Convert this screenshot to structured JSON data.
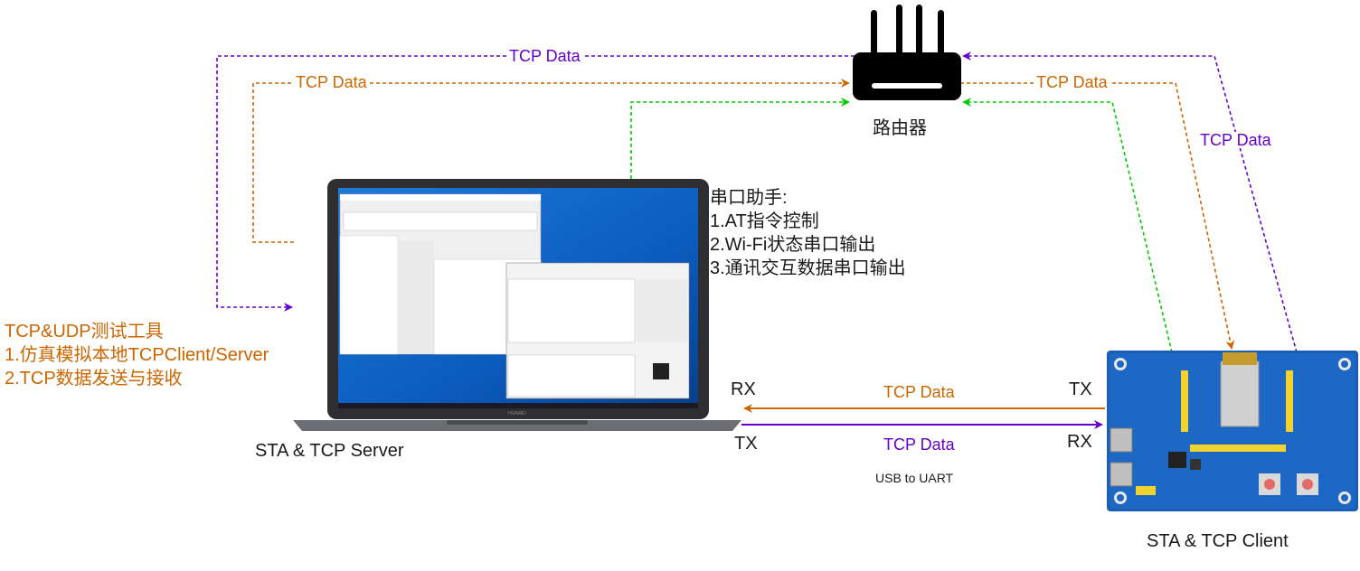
{
  "router": {
    "label": "路由器"
  },
  "flows": {
    "tcp_data": "TCP Data"
  },
  "colors": {
    "orange": "#CC6600",
    "purple": "#6600CC",
    "green": "#00CC00"
  },
  "serial_assistant": {
    "title": "串口助手:",
    "items": [
      "1.AT指令控制",
      "2.Wi-Fi状态串口输出",
      "3.通讯交互数据串口输出"
    ]
  },
  "tcp_udp_tool": {
    "title": "TCP&UDP测试工具",
    "items": [
      "1.仿真模拟本地TCPClient/Server",
      "2.TCP数据发送与接收"
    ]
  },
  "server": {
    "label": "STA & TCP Server",
    "brand": "HUAWEI"
  },
  "client": {
    "label": "STA & TCP Client"
  },
  "uart": {
    "rx_left": "RX",
    "tx_left": "TX",
    "tx_right": "TX",
    "rx_right": "RX",
    "caption": "USB to UART"
  }
}
